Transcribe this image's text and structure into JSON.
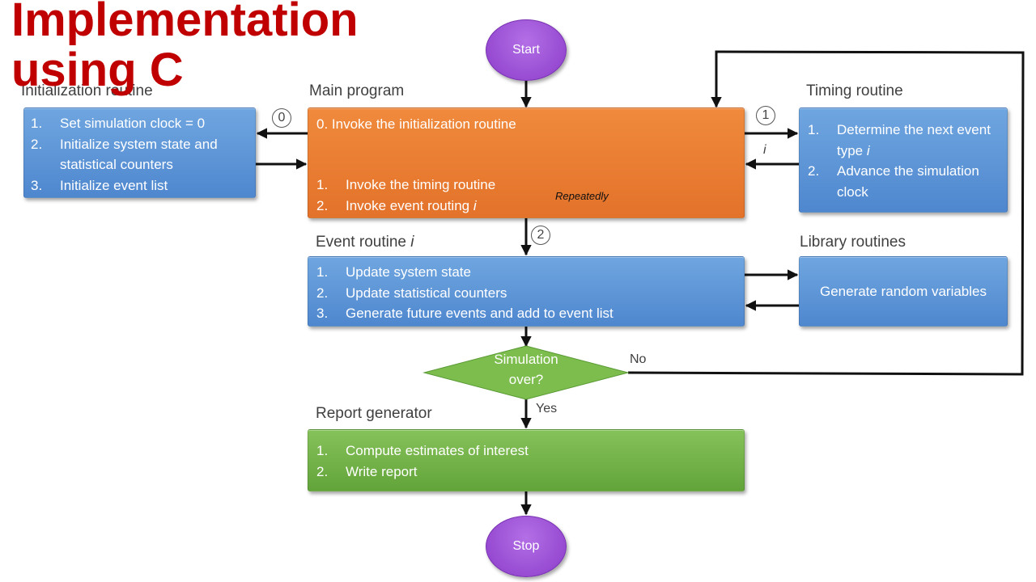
{
  "title": {
    "line1": "Implementation",
    "line2": "using C"
  },
  "sections": {
    "initialization": "Initialization routine",
    "main": "Main program",
    "timing": "Timing routine",
    "event_prefix": "Event routine ",
    "event_var": "i",
    "library": "Library routines",
    "report": "Report generator"
  },
  "start_label": "Start",
  "stop_label": "Stop",
  "init_box": [
    {
      "num": "1.",
      "text": "Set simulation clock = 0"
    },
    {
      "num": "2.",
      "text": "Initialize system state and statistical counters"
    },
    {
      "num": "3.",
      "text": "Initialize event list"
    }
  ],
  "main_box": {
    "step0": "0. Invoke the initialization routine",
    "steps": [
      {
        "num": "1.",
        "text": "Invoke the timing routine",
        "suffix": ""
      },
      {
        "num": "2.",
        "text": "Invoke event routing ",
        "suffix": "i"
      }
    ],
    "repeatedly": "Repeatedly"
  },
  "timing_box": [
    {
      "num": "1.",
      "text": "Determine the next event type ",
      "suffix": "i"
    },
    {
      "num": "2.",
      "text": "Advance the simulation clock",
      "suffix": ""
    }
  ],
  "event_box": [
    {
      "num": "1.",
      "text": "Update system state"
    },
    {
      "num": "2.",
      "text": "Update statistical counters"
    },
    {
      "num": "3.",
      "text": "Generate future events and add to event list"
    }
  ],
  "library_box": "Generate random variables",
  "decision": {
    "line1": "Simulation",
    "line2": "over?"
  },
  "no_label": "No",
  "yes_label": "Yes",
  "report_box": [
    {
      "num": "1.",
      "text": "Compute estimates of interest"
    },
    {
      "num": "2.",
      "text": "Write report"
    }
  ],
  "markers": {
    "zero": "0",
    "one": "1",
    "two": "2",
    "i_label": "i"
  },
  "colors": {
    "title": "#c00000",
    "blue": "#5b9bd5",
    "orange": "#ed7d31",
    "green": "#70ad47",
    "purple": "#9b4fd6"
  }
}
